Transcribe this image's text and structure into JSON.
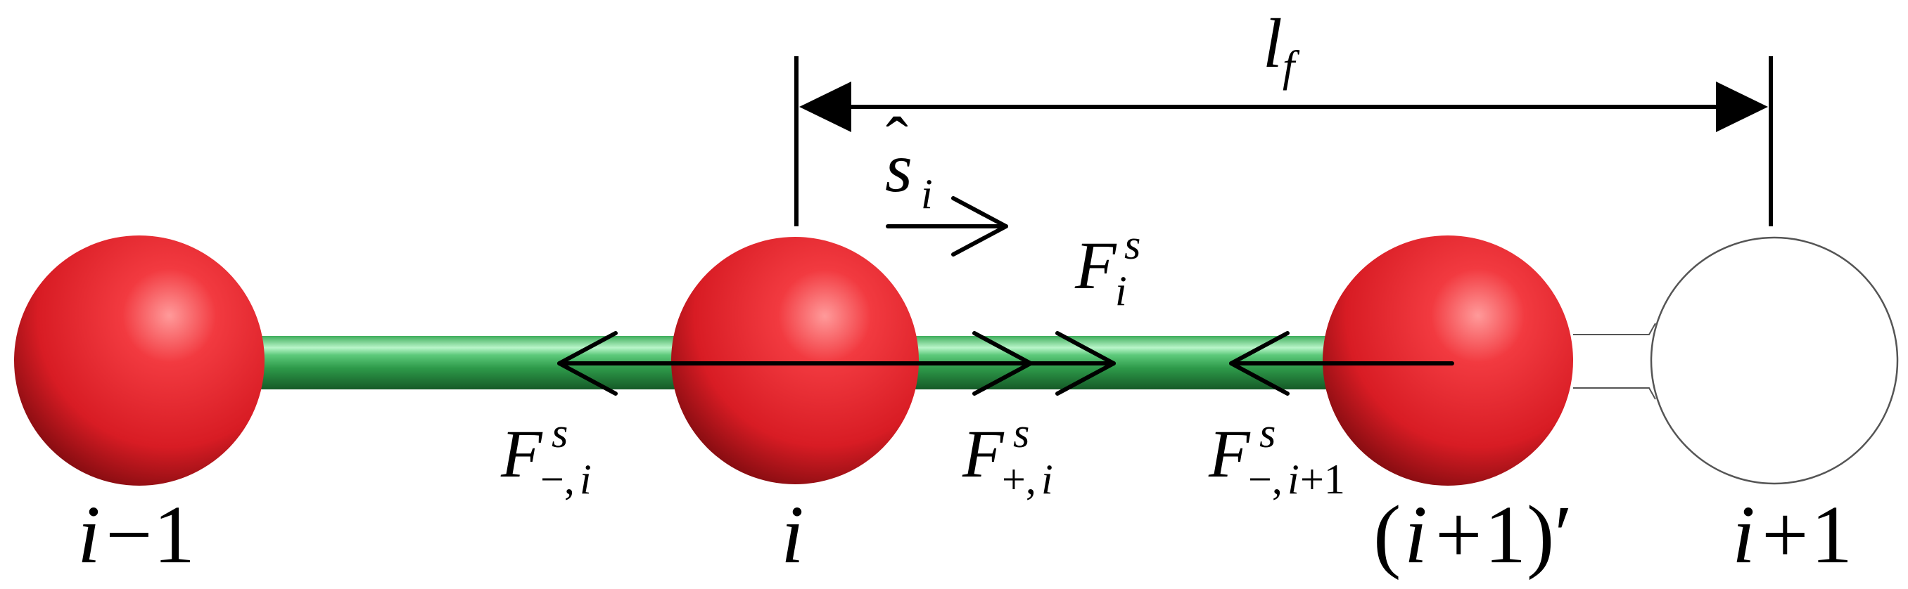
{
  "colors": {
    "bead": "#e8232b",
    "bead_highlight": "#ff9a9a",
    "bead_shadow": "#7a0a0e",
    "rod": "#2e9a4a",
    "rod_highlight": "#b9f5c9",
    "outline": "#555555",
    "ink": "#000000"
  },
  "labels": {
    "bead_prev": {
      "base": "i",
      "op": "−",
      "num": "1"
    },
    "bead_i": {
      "base": "i"
    },
    "bead_next_prime": {
      "open": "(",
      "base": "i",
      "op": "+",
      "num": "1",
      "close": ")′"
    },
    "bead_next": {
      "base": "i",
      "op": "+",
      "num": "1"
    },
    "length": {
      "base": "l",
      "sub": "f"
    },
    "unit_vector": {
      "base": "s",
      "hat": "ˆ",
      "sub": "i"
    },
    "force_total": {
      "base": "F",
      "sup": "s",
      "sub": "i"
    },
    "force_minus_i": {
      "base": "F",
      "sup": "s",
      "sub_sign": "−,",
      "sub": "i"
    },
    "force_plus_i": {
      "base": "F",
      "sup": "s",
      "sub_sign": "+,",
      "sub": "i"
    },
    "force_minus_i1": {
      "base": "F",
      "sup": "s",
      "sub_sign": "−,",
      "sub": "i",
      "sub_op": "+1"
    }
  }
}
